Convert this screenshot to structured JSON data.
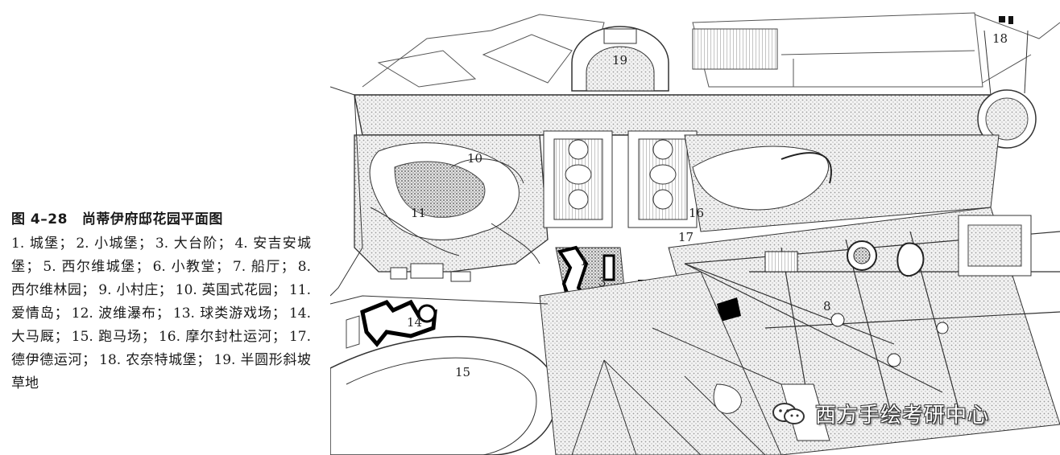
{
  "caption": {
    "figure_number": "图 4–28",
    "title": "尚蒂伊府邸花园平面图",
    "legend": [
      "1. 城堡；",
      "2. 小城堡；",
      "3. 大台阶；",
      "4. 安吉安城堡；",
      "5. 西尔维城堡；",
      "6. 小教堂；",
      "7. 船厅；",
      "8. 西尔维林园；",
      "9. 小村庄；",
      "10. 英国式花园；",
      "11. 爱情岛；",
      "12. 波维瀑布；",
      "13. 球类游戏场；",
      "14. 大马厩；",
      "15. 跑马场；",
      "16. 摩尔封杜运河；",
      "17. 德伊德运河；",
      "18. 农奈特城堡；",
      "19. 半圆形斜坡草地"
    ]
  },
  "map_labels": {
    "n1": "1",
    "n3": "3",
    "n8": "8",
    "n10": "10",
    "n11": "11",
    "n14": "14",
    "n15": "15",
    "n16": "16",
    "n17": "17",
    "n18": "18",
    "n19": "19"
  },
  "watermark": {
    "text": "西方手绘考研中心",
    "icon": "wechat-icon"
  }
}
